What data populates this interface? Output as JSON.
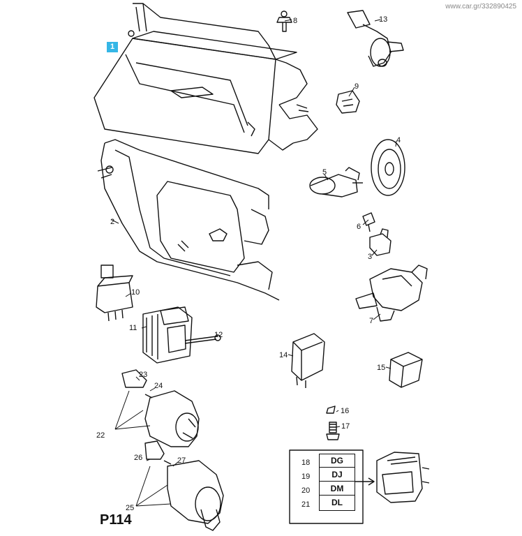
{
  "watermark": "www.car.gr/332890425",
  "page_code": "P114",
  "callouts": {
    "c1": "1",
    "c2": "2",
    "c3": "3",
    "c4": "4",
    "c5": "5",
    "c6": "6",
    "c7": "7",
    "c8": "8",
    "c9": "9",
    "c10": "10",
    "c11": "11",
    "c12": "12",
    "c13": "13",
    "c14": "14",
    "c15": "15",
    "c16": "16",
    "c17": "17",
    "c18": "18",
    "c19": "19",
    "c20": "20",
    "c21": "21",
    "c22": "22",
    "c23": "23",
    "c24": "24",
    "c25": "25",
    "c26": "26",
    "c27": "27"
  },
  "code_table": [
    "DG",
    "DJ",
    "DM",
    "DL"
  ],
  "colors": {
    "highlight": "#35b6e6",
    "line": "#111111"
  }
}
